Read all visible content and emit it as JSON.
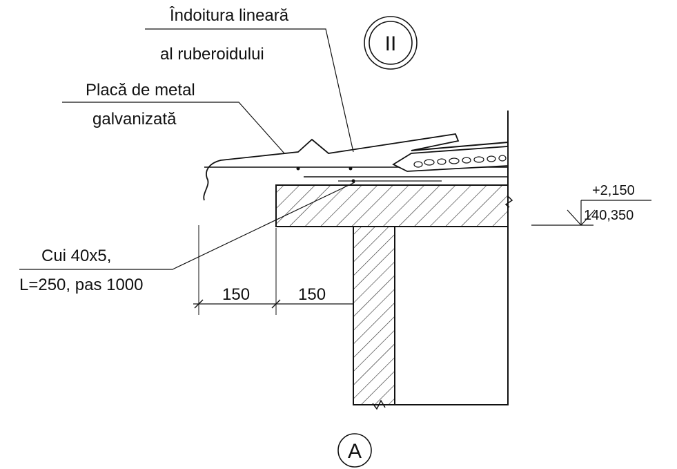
{
  "callouts": {
    "fold_line1": "Îndoitura lineară",
    "fold_line2": "al ruberoidului",
    "plate_line1": "Placă de metal",
    "plate_line2": "galvanizată",
    "nail_line1": "Cui 40x5,",
    "nail_line2": "L=250, pas 1000"
  },
  "section_mark": "II",
  "axis_mark": "A",
  "dimensions": [
    "150",
    "150"
  ],
  "elevation": {
    "relative": "+2,150",
    "absolute": "140,350"
  }
}
